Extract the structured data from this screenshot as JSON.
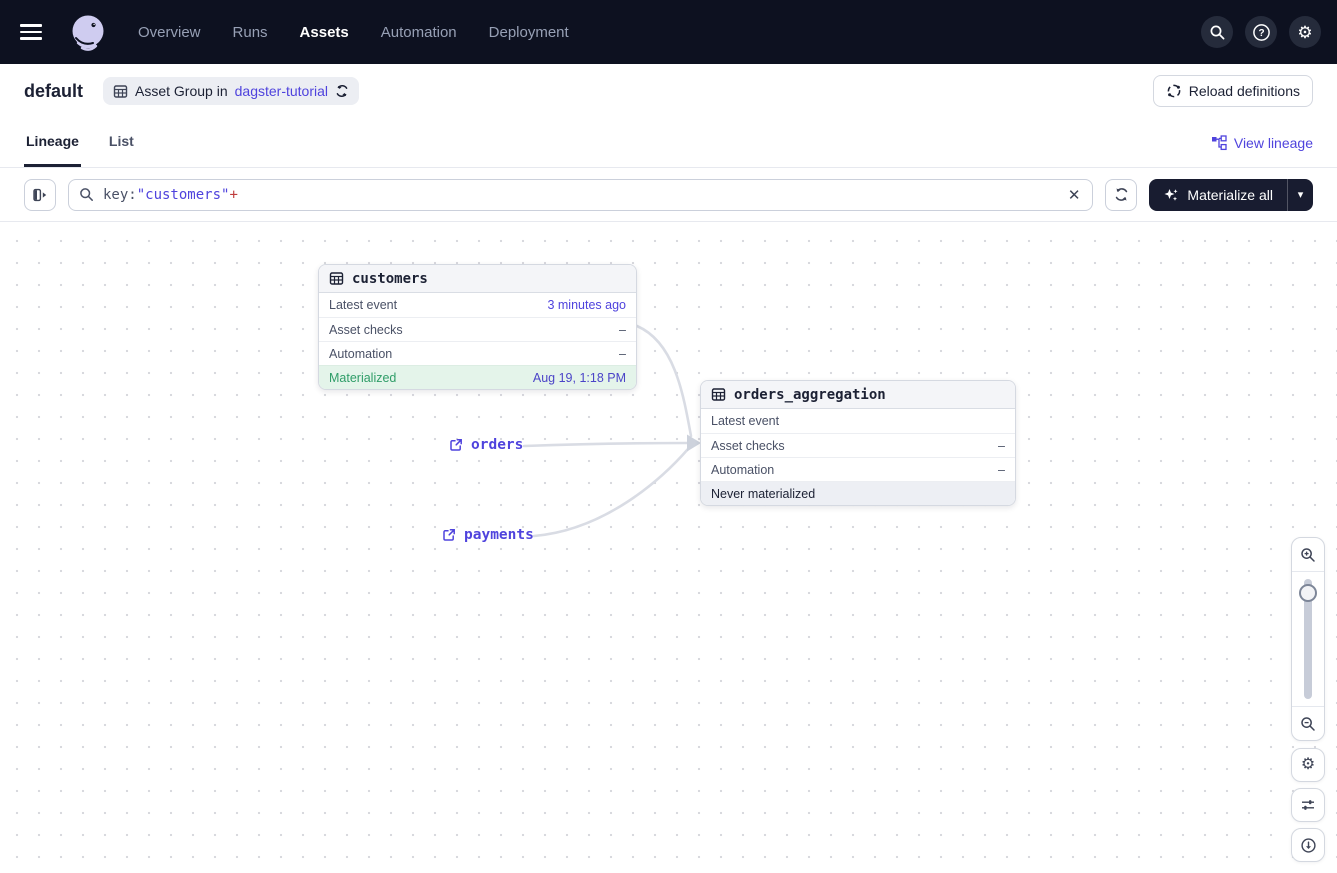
{
  "nav": {
    "items": [
      {
        "label": "Overview",
        "active": false
      },
      {
        "label": "Runs",
        "active": false
      },
      {
        "label": "Assets",
        "active": true
      },
      {
        "label": "Automation",
        "active": false
      },
      {
        "label": "Deployment",
        "active": false
      }
    ],
    "right_icons": [
      "search-icon",
      "help-icon",
      "settings-icon"
    ]
  },
  "header": {
    "title": "default",
    "badge": {
      "icon": "asset-group-icon",
      "prefix": "Asset Group in",
      "link": "dagster-tutorial",
      "suffix_icon": "reload-icon"
    },
    "reload_button": {
      "icon": "code-location-icon",
      "label": "Reload definitions"
    }
  },
  "tabs": {
    "items": [
      {
        "label": "Lineage",
        "active": true
      },
      {
        "label": "List",
        "active": false
      }
    ],
    "view_lineage": {
      "icon": "lineage-icon",
      "label": "View lineage"
    }
  },
  "toolbar": {
    "panel_toggle_icon": "expand-panel-icon",
    "filter_input": {
      "icon": "search-icon",
      "segments": {
        "field": "key:",
        "value": "\"customers\"",
        "operator": "+"
      },
      "clear_icon": "clear-x-icon"
    },
    "refresh_icon": "refresh-icon",
    "materialize": {
      "icon": "sparkle-icon",
      "label": "Materialize all",
      "caret": "▾"
    }
  },
  "graph": {
    "nodes": [
      {
        "title": "customers",
        "icon": "table-icon",
        "rows": [
          {
            "label": "Latest event",
            "value": "3 minutes ago"
          },
          {
            "label": "Asset checks",
            "value": "–"
          },
          {
            "label": "Automation",
            "value": "–"
          },
          {
            "label": "Materialized",
            "value": "Aug 19, 1:18 PM"
          }
        ]
      },
      {
        "title": "orders_aggregation",
        "icon": "table-icon",
        "rows": [
          {
            "label": "Latest event",
            "value": ""
          },
          {
            "label": "Asset checks",
            "value": "–"
          },
          {
            "label": "Automation",
            "value": "–"
          },
          {
            "label": "Never materialized",
            "value": ""
          }
        ]
      }
    ],
    "external_assets": [
      {
        "icon": "external-link-icon",
        "label": "orders"
      },
      {
        "icon": "external-link-icon",
        "label": "payments"
      }
    ]
  },
  "zoom_controls": {
    "icons": [
      "zoom-in-icon",
      "zoom-slider",
      "zoom-out-icon",
      "graph-settings-icon",
      "filters-icon",
      "recenter-icon"
    ]
  },
  "colors": {
    "nav_bg": "#0D1120",
    "accent_indigo": "#4F43DD",
    "dark_text": "#1C2134",
    "green_text": "#2F9D68",
    "green_bg": "#E4F4EA",
    "operator_red": "#BF3B3B",
    "dark_button": "#181C30",
    "edge_gray": "#D9DCE4"
  }
}
